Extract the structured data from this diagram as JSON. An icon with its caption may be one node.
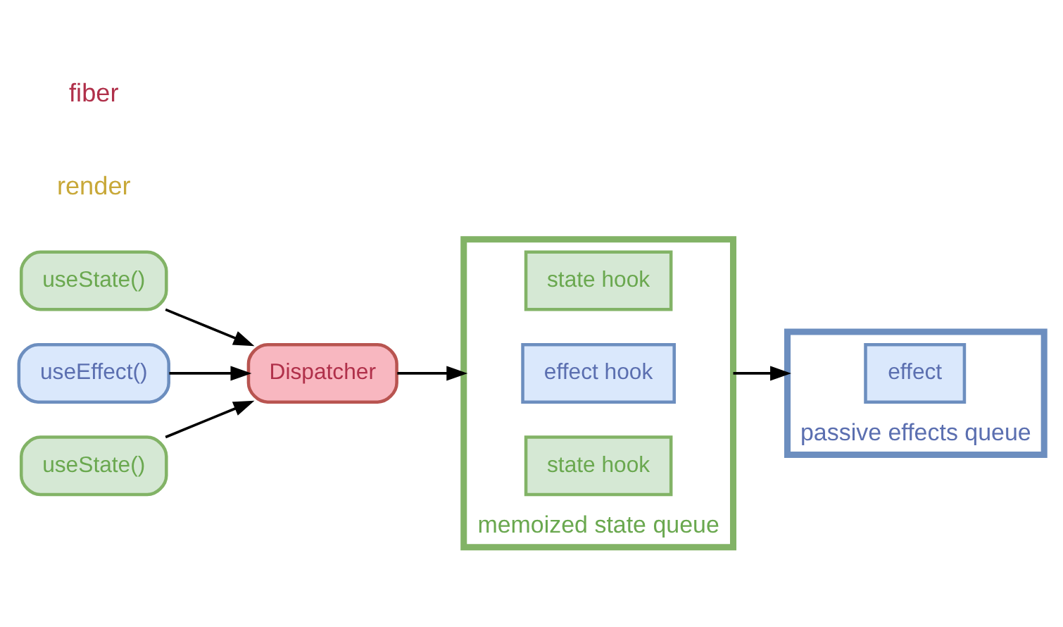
{
  "diagram": {
    "nodes": [
      {
        "text": [
          "useState()"
        ]
      },
      {
        "text": [
          "useEffect()"
        ]
      },
      {
        "text": [
          "useState()"
        ]
      },
      {
        "text": [
          "Dispatcher"
        ]
      },
      {
        "text": [
          "memoized state queue"
        ]
      },
      {
        "text": [
          "state hook"
        ],
        "in": 4
      },
      {
        "text": [
          "effect hook"
        ],
        "in": 4
      },
      {
        "text": [
          "state hook"
        ],
        "in": 4
      },
      {
        "text": [
          "passive effects queue"
        ]
      },
      {
        "text": [
          "effect"
        ],
        "in": 8
      }
    ],
    "edges": [
      {
        "from": 0,
        "to": 3,
        "arrow": "to"
      },
      {
        "from": 1,
        "to": 3,
        "arrow": "to"
      },
      {
        "from": 2,
        "to": 3,
        "arrow": "to"
      },
      {
        "from": 3,
        "to": 4,
        "arrow": "to"
      },
      {
        "from": 4,
        "to": 8,
        "arrow": "to"
      }
    ],
    "labels": [
      "render",
      "fiber"
    ]
  }
}
